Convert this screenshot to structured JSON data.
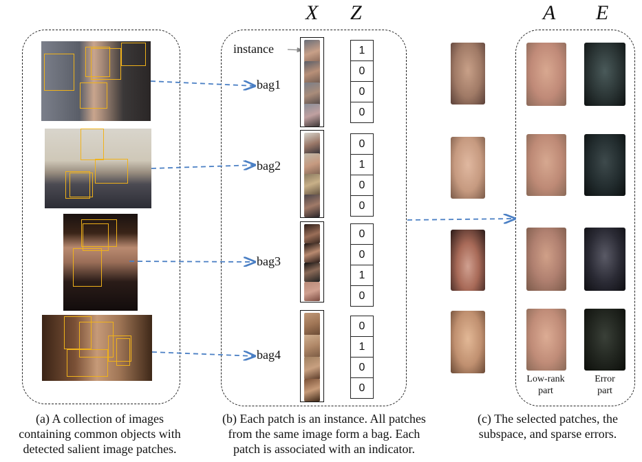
{
  "headers": {
    "x": "X",
    "z": "Z",
    "a": "A",
    "e": "E"
  },
  "instance_label": "instance",
  "bags": [
    {
      "label": "bag1",
      "indicators": [
        "1",
        "0",
        "0",
        "0"
      ]
    },
    {
      "label": "bag2",
      "indicators": [
        "0",
        "1",
        "0",
        "0"
      ]
    },
    {
      "label": "bag3",
      "indicators": [
        "0",
        "0",
        "1",
        "0"
      ]
    },
    {
      "label": "bag4",
      "indicators": [
        "0",
        "1",
        "0",
        "0"
      ]
    }
  ],
  "part_labels": {
    "low_rank": [
      "Low-rank",
      "part"
    ],
    "error": [
      "Error",
      "part"
    ]
  },
  "captions": {
    "a": [
      "(a) A collection of images",
      "containing  common objects with",
      "detected salient image patches."
    ],
    "b": [
      "(b) Each patch is an instance. All patches",
      "from the same image form a bag. Each",
      "patch is associated with an indicator."
    ],
    "c": [
      "(c) The selected patches, the",
      "subspace, and sparse errors."
    ]
  },
  "colors": {
    "box": "#f0b21a",
    "arrow": "#4a7fc4"
  }
}
